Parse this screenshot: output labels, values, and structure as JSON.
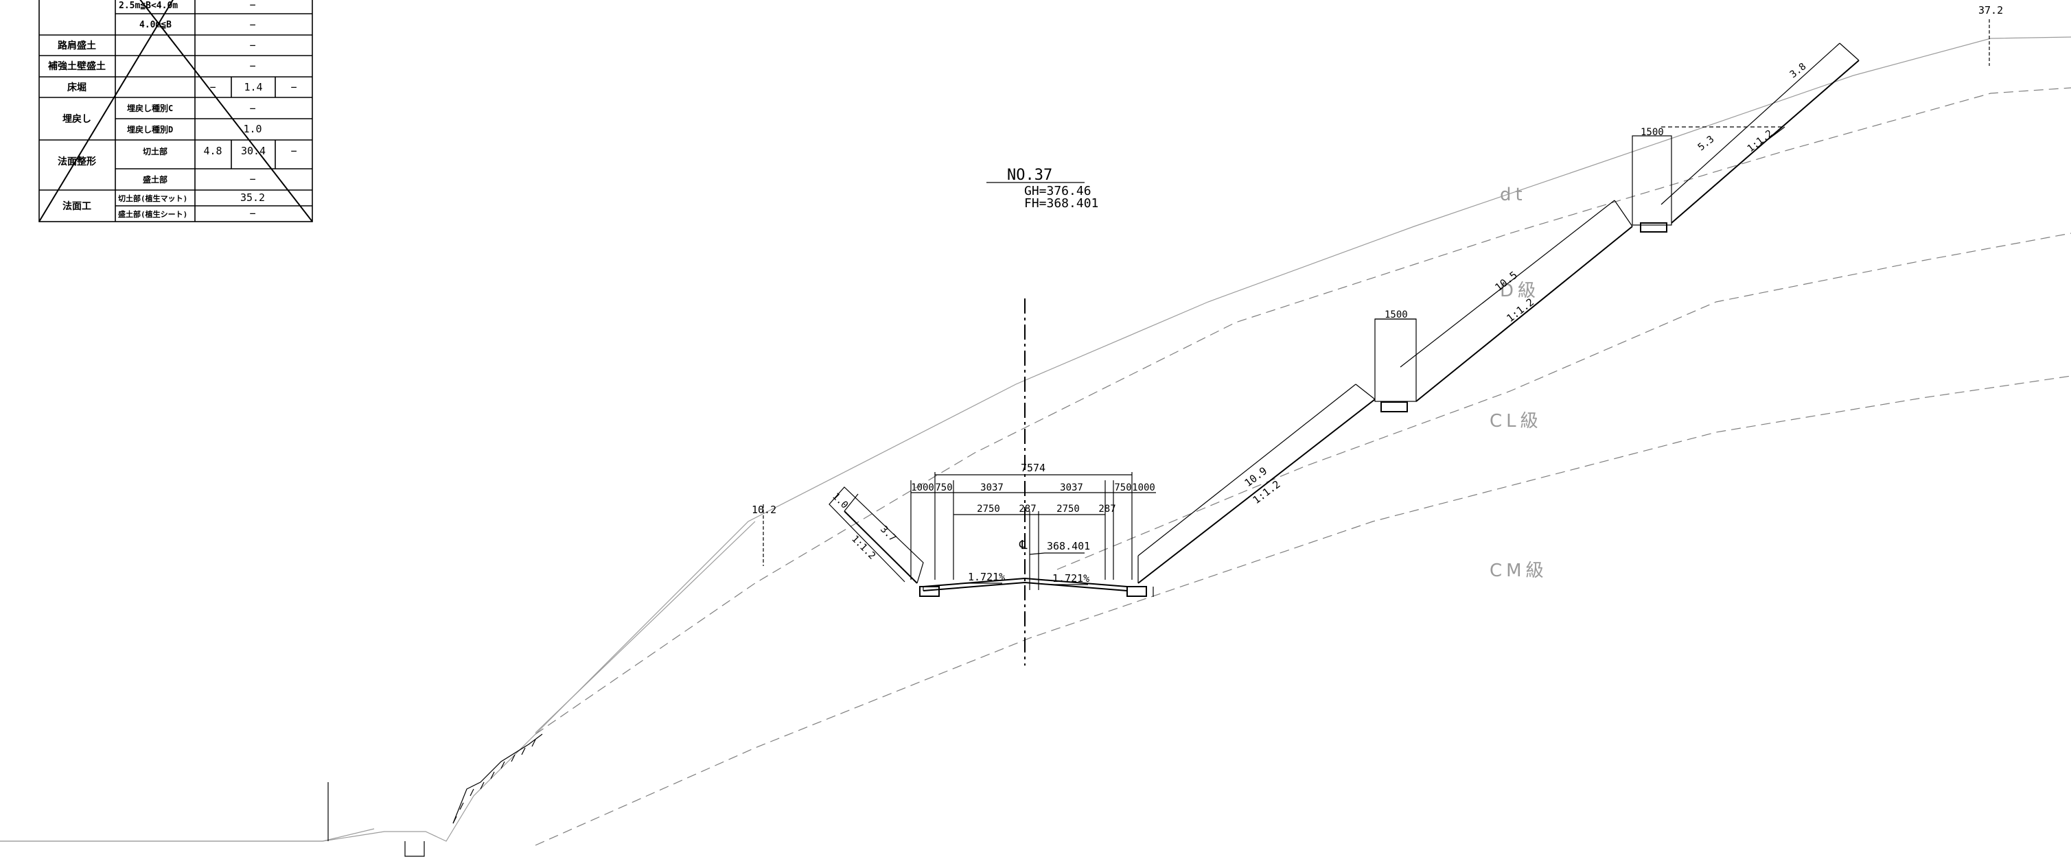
{
  "table": {
    "rows": [
      {
        "group": "",
        "sub": "2.5m≦B<4.0m",
        "cols": [
          "",
          "−",
          ""
        ]
      },
      {
        "group": "",
        "sub": "4.0m≦B",
        "cols": [
          "",
          "−",
          ""
        ]
      },
      {
        "group": "路肩盛土",
        "sub": "",
        "cols": [
          "",
          "−",
          ""
        ]
      },
      {
        "group": "補強土壁盛土",
        "sub": "",
        "cols": [
          "",
          "−",
          ""
        ]
      },
      {
        "group": "床堀",
        "sub": "",
        "cols": [
          "−",
          "1.4",
          "−"
        ]
      },
      {
        "group": "埋戻し",
        "sub": "埋戻し種別C",
        "cols": [
          "",
          "−",
          ""
        ]
      },
      {
        "group": "",
        "sub": "埋戻し種別D",
        "cols": [
          "",
          "1.0",
          ""
        ]
      },
      {
        "group": "法面整形",
        "sub": "切土部",
        "cols": [
          "4.8",
          "30.4",
          "−"
        ]
      },
      {
        "group": "",
        "sub": "盛土部",
        "cols": [
          "",
          "−",
          ""
        ]
      },
      {
        "group": "法面工",
        "sub": "切土部(植生マット)",
        "cols": [
          "",
          "35.2",
          ""
        ]
      },
      {
        "group": "",
        "sub": "盛土部(植生シート)",
        "cols": [
          "",
          "−",
          ""
        ]
      }
    ]
  },
  "station": {
    "name": "NO.37",
    "gh": "GH=376.46",
    "fh": "FH=368.401"
  },
  "zones": {
    "dt": "dt",
    "d": "D級",
    "cl": "CL級",
    "cm": "CM級"
  },
  "dims": {
    "total_width": "7574",
    "left_shoulder": "1000",
    "right_shoulder": "1000",
    "left_side": "750",
    "right_side": "750",
    "left_lane": "3037",
    "right_lane": "3037",
    "left_carriage": "2750",
    "right_carriage": "2750",
    "left_gap": "287",
    "right_gap": "287",
    "center_elev": "368.401",
    "cl_symbol": "℄",
    "left_crossfall": "1.721%",
    "right_crossfall": "1.721%"
  },
  "slopes": {
    "left_offset": "10.2",
    "left_top": "1.0",
    "left_len": "3.7",
    "left_ratio": "1:1.2",
    "r1_len": "10.9",
    "r1_ratio": "1:1.2",
    "berm1": "1500",
    "r2_len": "10.5",
    "r2_ratio": "1:1.2",
    "berm2": "1500",
    "r3_len": "5.3",
    "r3_ratio": "1:1.2",
    "r3_top": "3.8",
    "right_offset": "37.2"
  }
}
